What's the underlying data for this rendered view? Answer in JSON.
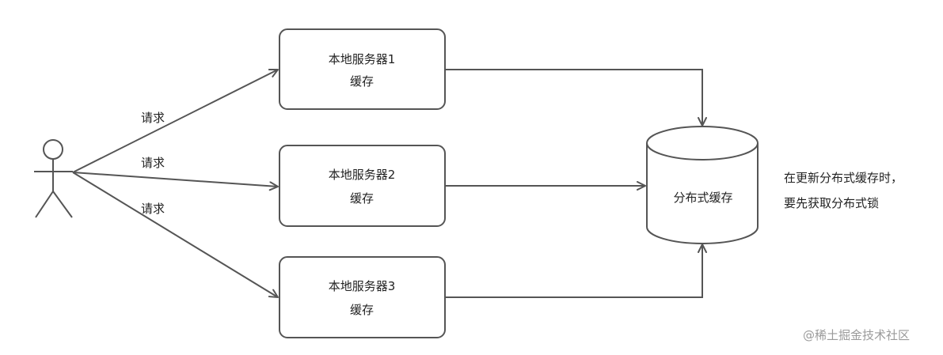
{
  "actor": {
    "icon": "person-icon"
  },
  "requests": [
    {
      "label": "请求"
    },
    {
      "label": "请求"
    },
    {
      "label": "请求"
    }
  ],
  "servers": [
    {
      "line1": "本地服务器1",
      "line2": "缓存"
    },
    {
      "line1": "本地服务器2",
      "line2": "缓存"
    },
    {
      "line1": "本地服务器3",
      "line2": "缓存"
    }
  ],
  "cache": {
    "label": "分布式缓存"
  },
  "note": {
    "line1": "在更新分布式缓存时，",
    "line2": "要先获取分布式锁"
  },
  "watermark": "@稀土掘金技术社区",
  "colors": {
    "stroke": "#555555",
    "text": "#222222",
    "watermark": "#9a9a9a"
  }
}
